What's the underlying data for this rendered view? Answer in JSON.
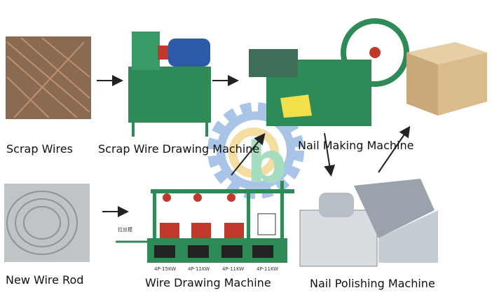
{
  "stages": {
    "scrap_wires": "Scrap Wires",
    "scrap_wire_drawing": "Scrap Wire Drawing Machine",
    "nail_making": "Nail Making Machine",
    "new_wire_rod": "New Wire Rod",
    "wire_drawing": "Wire Drawing Machine",
    "nail_polishing": "Nail Polishing Machine"
  },
  "machine_plates": {
    "cn_label": "拉丝模",
    "motors": [
      "4P-15KW",
      "4P-11KW",
      "4P-11KW",
      "4P-11KW"
    ]
  },
  "logo": {
    "letter": "b",
    "gear_color": "#a9c4e6",
    "c_color": "#f5dca0",
    "b_color": "#a6dcc0"
  },
  "colors": {
    "arrow": "#222222",
    "machine_green": "#2e8b57",
    "machine_red": "#c0392b"
  }
}
